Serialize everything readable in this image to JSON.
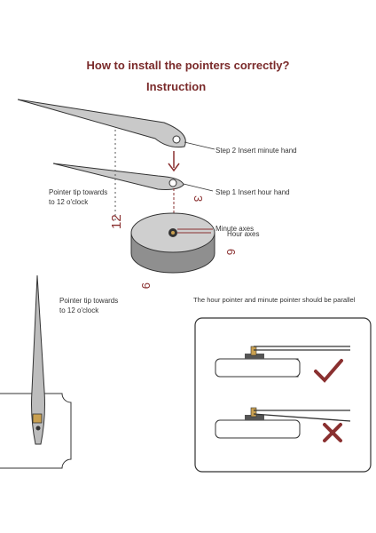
{
  "title": "How to install the pointers correctly?",
  "subtitle": "Instruction",
  "labels": {
    "step2": "Step 2 Insert minute hand",
    "step1": "Step 1 Insert hour hand",
    "pointer_tip_1_line1": "Pointer tip towards",
    "pointer_tip_1_line2": "to 12 o'clock",
    "minute_axes": "Minute axes",
    "hour_axes": "Hour axes",
    "pointer_tip_2_line1": "Pointer tip towards",
    "pointer_tip_2_line2": "to 12 o'clock",
    "parallel_note": "The hour pointer and minute pointer should be parallel"
  },
  "dial_numbers": {
    "twelve": "12",
    "three": "3",
    "six": "6",
    "nine": "9"
  },
  "colors": {
    "accent": "#8a3030",
    "line": "#333333",
    "hand_fill": "#bdbdbd",
    "check": "#8a3030",
    "cross": "#8a3030"
  },
  "icons": {
    "correct": "check-mark-icon",
    "wrong": "cross-mark-icon"
  }
}
